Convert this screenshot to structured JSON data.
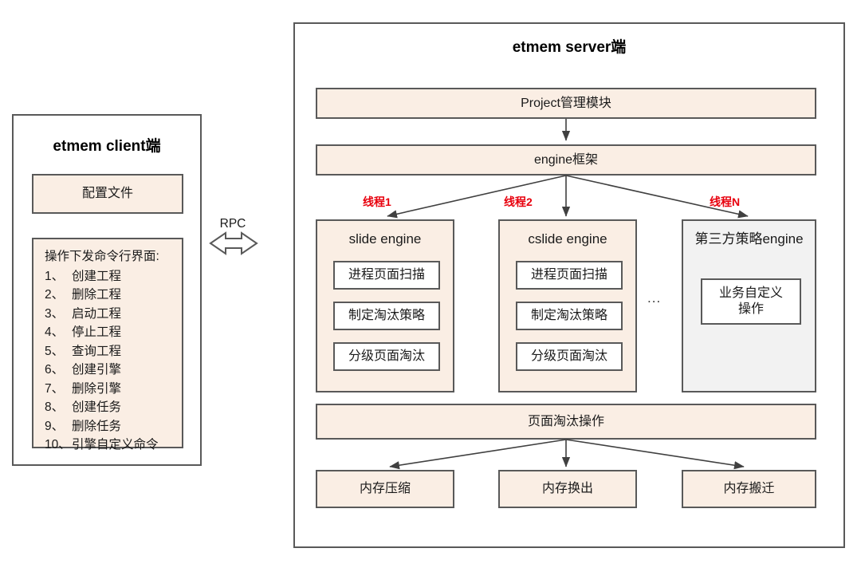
{
  "diagram": {
    "client": {
      "title": "etmem client端",
      "config_box": "配置文件",
      "commands_header": "操作下发命令行界面:",
      "commands": [
        {
          "num": "1、",
          "label": "创建工程"
        },
        {
          "num": "2、",
          "label": "删除工程"
        },
        {
          "num": "3、",
          "label": "启动工程"
        },
        {
          "num": "4、",
          "label": "停止工程"
        },
        {
          "num": "5、",
          "label": "查询工程"
        },
        {
          "num": "6、",
          "label": "创建引擎"
        },
        {
          "num": "7、",
          "label": "删除引擎"
        },
        {
          "num": "8、",
          "label": "创建任务"
        },
        {
          "num": "9、",
          "label": "删除任务"
        },
        {
          "num": "10、",
          "label": "引擎自定义命令"
        }
      ]
    },
    "connector": {
      "label": "RPC"
    },
    "server": {
      "title": "etmem server端",
      "project_module": "Project管理模块",
      "engine_framework": "engine框架",
      "thread_labels": [
        "线程1",
        "线程2",
        "线程N"
      ],
      "engines": [
        {
          "name": "slide engine",
          "fill": "#faeee4",
          "items": [
            "进程页面扫描",
            "制定淘汰策略",
            "分级页面淘汰"
          ]
        },
        {
          "name": "cslide engine",
          "fill": "#faeee4",
          "items": [
            "进程页面扫描",
            "制定淘汰策略",
            "分级页面淘汰"
          ]
        },
        {
          "name": "第三方策略engine",
          "fill": "#f2f2f2",
          "items": [
            "业务自定义\n操作"
          ]
        }
      ],
      "ellipsis": "...",
      "page_eviction": "页面淘汰操作",
      "operations": [
        "内存压缩",
        "内存换出",
        "内存搬迁"
      ]
    },
    "colors": {
      "box_fill": "#faeee4",
      "grey_fill": "#f2f2f2",
      "border": "#595959",
      "thread_label": "#e8000d",
      "arrow": "#404040"
    }
  }
}
